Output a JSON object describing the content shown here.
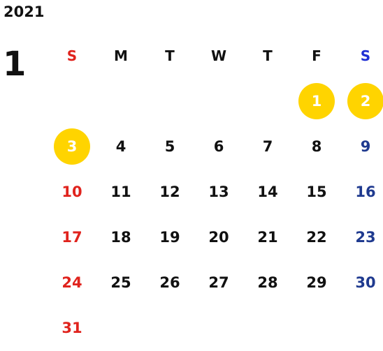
{
  "calendar": {
    "year": "2021",
    "month": "1",
    "weekdays": [
      "S",
      "M",
      "T",
      "W",
      "T",
      "F",
      "S"
    ],
    "weeks": [
      [
        "",
        "",
        "",
        "",
        "",
        "1",
        "2"
      ],
      [
        "3",
        "4",
        "5",
        "6",
        "7",
        "8",
        "9"
      ],
      [
        "10",
        "11",
        "12",
        "13",
        "14",
        "15",
        "16"
      ],
      [
        "17",
        "18",
        "19",
        "20",
        "21",
        "22",
        "23"
      ],
      [
        "24",
        "25",
        "26",
        "27",
        "28",
        "29",
        "30"
      ],
      [
        "31",
        "",
        "",
        "",
        "",
        "",
        ""
      ]
    ],
    "holidays": [
      "1",
      "2",
      "3"
    ]
  },
  "colors": {
    "sunday": "#e0231d",
    "saturday_header": "#1f2fd4",
    "saturday": "#1f3a8f",
    "holiday_fill": "#ffd400",
    "text": "#111111"
  }
}
